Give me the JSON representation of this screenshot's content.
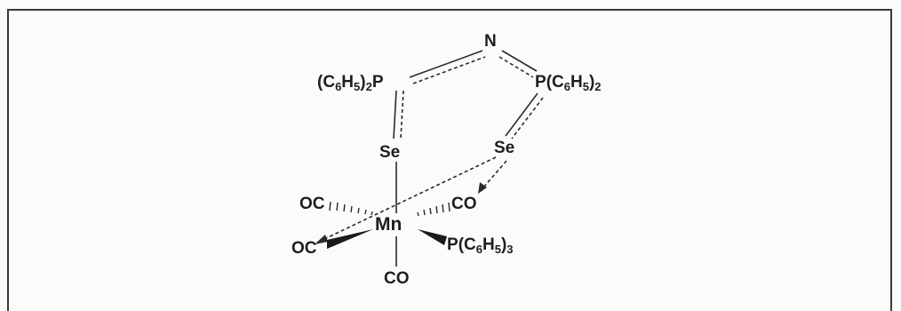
{
  "atoms": {
    "n": "N",
    "p_left_group": "(C",
    "p_left_sub1": "6",
    "p_left_mid": "H",
    "p_left_sub2": "5",
    "p_left_close": ")",
    "p_left_sub3": "2",
    "p_left_atom": "P",
    "p_right_atom": "P",
    "p_right_group": "(C",
    "p_right_sub1": "6",
    "p_right_mid": "H",
    "p_right_sub2": "5",
    "p_right_close": ")",
    "p_right_sub3": "2",
    "se_left": "Se",
    "se_right": "Se",
    "mn": "Mn",
    "co_upper_left": "OC",
    "co_upper_right": "CO",
    "co_lower_left": "OC",
    "co_bottom": "CO",
    "pph3_atom": "P",
    "pph3_group": "(C",
    "pph3_sub1": "6",
    "pph3_mid": "H",
    "pph3_sub2": "5",
    "pph3_close": ")",
    "pph3_sub3": "3"
  }
}
